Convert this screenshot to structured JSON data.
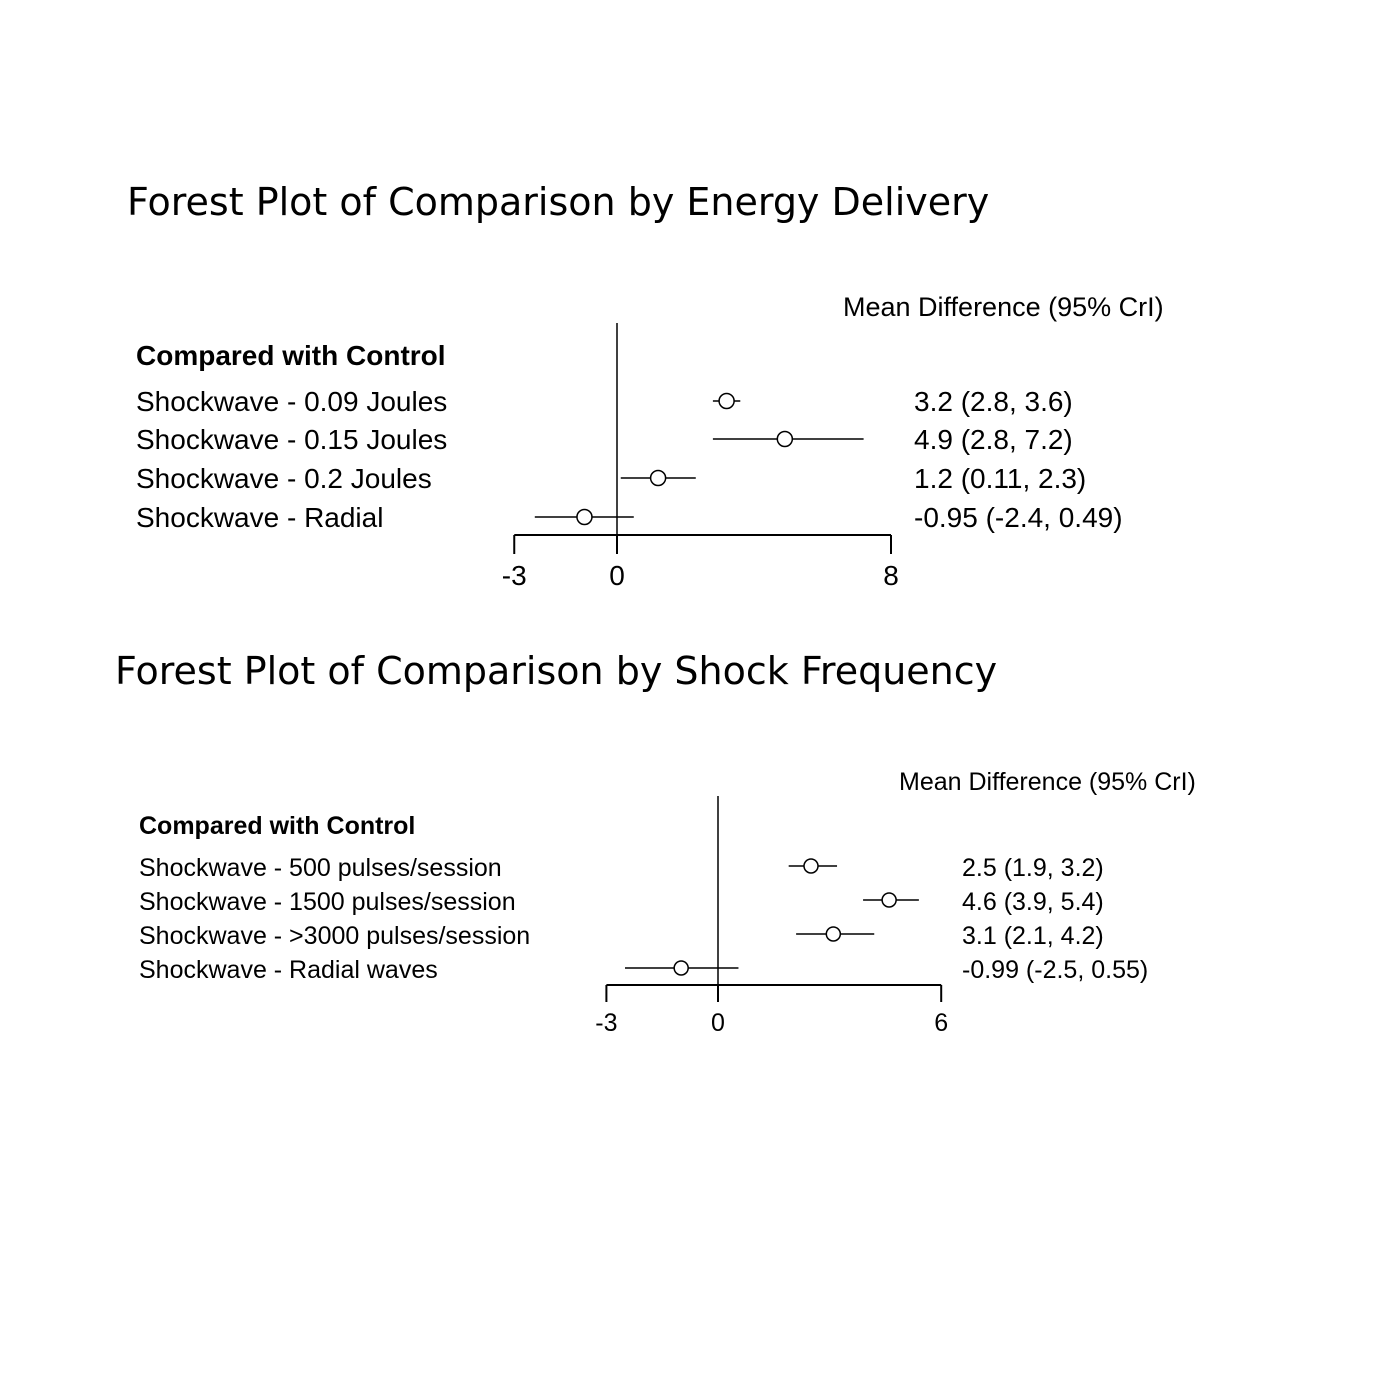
{
  "chart_data": [
    {
      "type": "forest",
      "title": "Forest Plot of Comparison by Energy Delivery",
      "column_header": "Mean Difference (95% CrI)",
      "group_label": "Compared with Control",
      "xlim": [
        -3,
        8
      ],
      "xticks": [
        "-3",
        "0",
        "8"
      ],
      "reference_line": 0,
      "rows": [
        {
          "label": "Shockwave - 0.09 Joules",
          "mean": 3.2,
          "lower": 2.8,
          "upper": 3.6,
          "text": "3.2 (2.8, 3.6)"
        },
        {
          "label": "Shockwave - 0.15 Joules",
          "mean": 4.9,
          "lower": 2.8,
          "upper": 7.2,
          "text": "4.9 (2.8, 7.2)"
        },
        {
          "label": "Shockwave - 0.2 Joules",
          "mean": 1.2,
          "lower": 0.11,
          "upper": 2.3,
          "text": "1.2 (0.11, 2.3)"
        },
        {
          "label": "Shockwave - Radial",
          "mean": -0.95,
          "lower": -2.4,
          "upper": 0.49,
          "text": "-0.95 (-2.4, 0.49)"
        }
      ]
    },
    {
      "type": "forest",
      "title": "Forest Plot of Comparison by Shock Frequency",
      "column_header": "Mean Difference (95% CrI)",
      "group_label": "Compared with Control",
      "xlim": [
        -3,
        6
      ],
      "xticks": [
        "-3",
        "0",
        "6"
      ],
      "reference_line": 0,
      "rows": [
        {
          "label": "Shockwave - 500 pulses/session",
          "mean": 2.5,
          "lower": 1.9,
          "upper": 3.2,
          "text": "2.5 (1.9, 3.2)"
        },
        {
          "label": "Shockwave - 1500 pulses/session",
          "mean": 4.6,
          "lower": 3.9,
          "upper": 5.4,
          "text": "4.6 (3.9, 5.4)"
        },
        {
          "label": "Shockwave - >3000 pulses/session",
          "mean": 3.1,
          "lower": 2.1,
          "upper": 4.2,
          "text": "3.1 (2.1, 4.2)"
        },
        {
          "label": "Shockwave - Radial waves",
          "mean": -0.99,
          "lower": -2.5,
          "upper": 0.55,
          "text": "-0.99 (-2.5, 0.55)"
        }
      ]
    }
  ]
}
